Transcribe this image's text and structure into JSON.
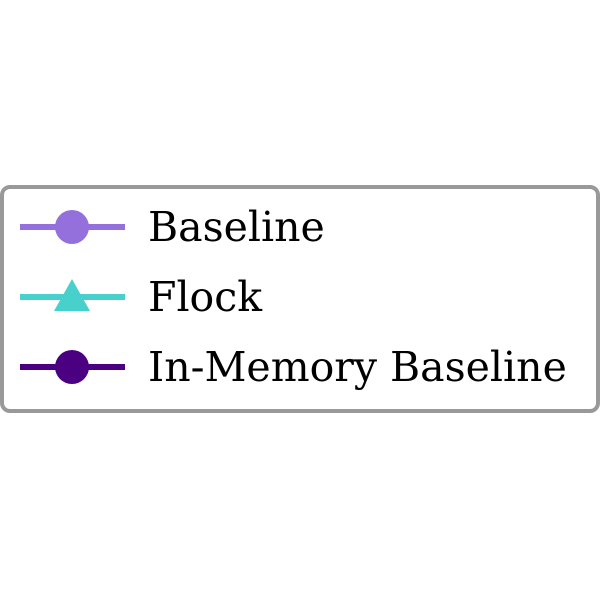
{
  "chart_data": {
    "type": "line",
    "legend_placement": "center",
    "series": [
      {
        "name": "Baseline",
        "color": "#9370DB",
        "marker": "circle"
      },
      {
        "name": "Flock",
        "color": "#48D1CC",
        "marker": "triangle"
      },
      {
        "name": "In-Memory Baseline",
        "color": "#4B0082",
        "marker": "circle"
      }
    ]
  },
  "legend": {
    "frame_color": "#999999"
  }
}
